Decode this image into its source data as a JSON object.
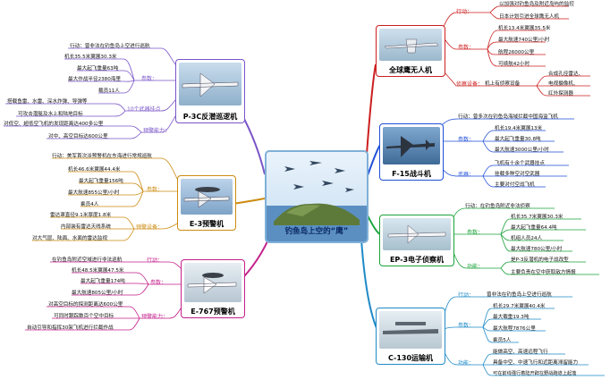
{
  "center": {
    "title": "钓鱼岛上空的“鹰”"
  },
  "colors": {
    "gh": "#cc1f1f",
    "f15": "#1f4fd8",
    "ep3": "#1aa33a",
    "c130": "#1f8ac8",
    "p3c": "#7a55c8",
    "e3": "#cc8b10",
    "e767": "#c41f8a"
  },
  "nodes": {
    "gh": {
      "title": "全球鹰无人机",
      "action_label": "行动：",
      "actions": [
        "以加强对钓鱼岛及附近岛屿的监控",
        "日本计划引进全球鹰无人机"
      ],
      "params_label": "参数：",
      "params": [
        "机长13.4米翼展35.5米",
        "最大航速740公里/小时",
        "航程26000公里",
        "可续航42小时"
      ],
      "detect_label": "侦察设备：",
      "detect_main": "机上有侦察设备",
      "detect": [
        "合成孔径雷达、",
        "电视摄像机、",
        "红外探测器"
      ]
    },
    "f15": {
      "title": "F-15战斗机",
      "action": "行动：曾多次在钓鱼岛海域拦截中国海监飞机",
      "params_label": "参数：",
      "params": [
        "机长19.4米翼展13米",
        "最大起飞重量30.8吨",
        "最大航速3000公里/小时"
      ],
      "weapons_label": "武器：",
      "weapons": [
        "飞机有十余个武器挂点",
        "挂载多种空对空武器",
        "主要对付空战飞机"
      ]
    },
    "ep3": {
      "title": "EP-3电子侦察机",
      "action": "行动：在钓鱼岛附近非法侦察",
      "params_label": "参数：",
      "params": [
        "机长35.7米翼展30.3米",
        "最大起飞重量64.4吨",
        "机组人员24人",
        "最大航速780公里/小时"
      ],
      "func_label": "功能：",
      "funcs": [
        "是P-3反潜机的电子战改型",
        "主要负责在空中获取敌方情报"
      ]
    },
    "c130": {
      "title": "C-130运输机",
      "action_label": "行动：",
      "action": "曾非法在钓鱼岛上空进行巡航",
      "params_label": "参数：",
      "params": [
        "机长29.7米翼展40.4米",
        "最大载重19.3吨",
        "最大航程7876公里",
        "乘员5人"
      ],
      "func_label": "功能：",
      "funcs": [
        "能做高空、高速远程飞行",
        "具备中空、中速飞行和近距离滞留能力",
        "可在前线强行着陆开辟在野战跑道上起落"
      ]
    },
    "p3c": {
      "title": "P-3C反潜巡逻机",
      "action": "行动：曾非法在钓鱼岛上空进行巡航",
      "params_label": "参数：",
      "params": [
        "机长35.5米翼展30.3米",
        "最大起飞重量63吨",
        "最大作战半径2380海里",
        "载员11人"
      ],
      "weapons_label": "10个武器挂点",
      "weapons": [
        "搭载鱼雷、水雷、深水炸弹、导弹等",
        "可攻击潜艇及水上和陆地目标"
      ],
      "abil_label": "预警能力：",
      "abil": [
        "对低空、超低空飞机的发现距离达400多公里",
        "对中、高空目标达600公里"
      ]
    },
    "e3": {
      "title": "E-3预警机",
      "action": "行动：美军首次派预警机在东海进行常规巡航",
      "params_label": "参数：",
      "params": [
        "机长46.6米翼展44.4米",
        "最大起飞重量156吨",
        "最大航速855公里/小时",
        "乘员4人"
      ],
      "equip_label": "预警设备：",
      "equip": [
        "雷达罩直径9.1米厚度1.8米",
        "内部装有雷达天线系统",
        "对大气层、陆面、水面的雷达监视"
      ]
    },
    "e767": {
      "title": "E-767预警机",
      "action_label": "行动：",
      "action": "在钓鱼岛附近空域进行非法巡航",
      "params_label": "参数：",
      "params": [
        "机长48.5米翼展47.5米",
        "最大起飞重量174吨",
        "最大航速805公里/小时"
      ],
      "abil_label": "预警能力：",
      "abil": [
        "对高空目标的探测距离达600公里",
        "可同时跟踪数百个空中目标",
        "自动引导和指挥30架飞机进行拦截作战"
      ]
    }
  }
}
